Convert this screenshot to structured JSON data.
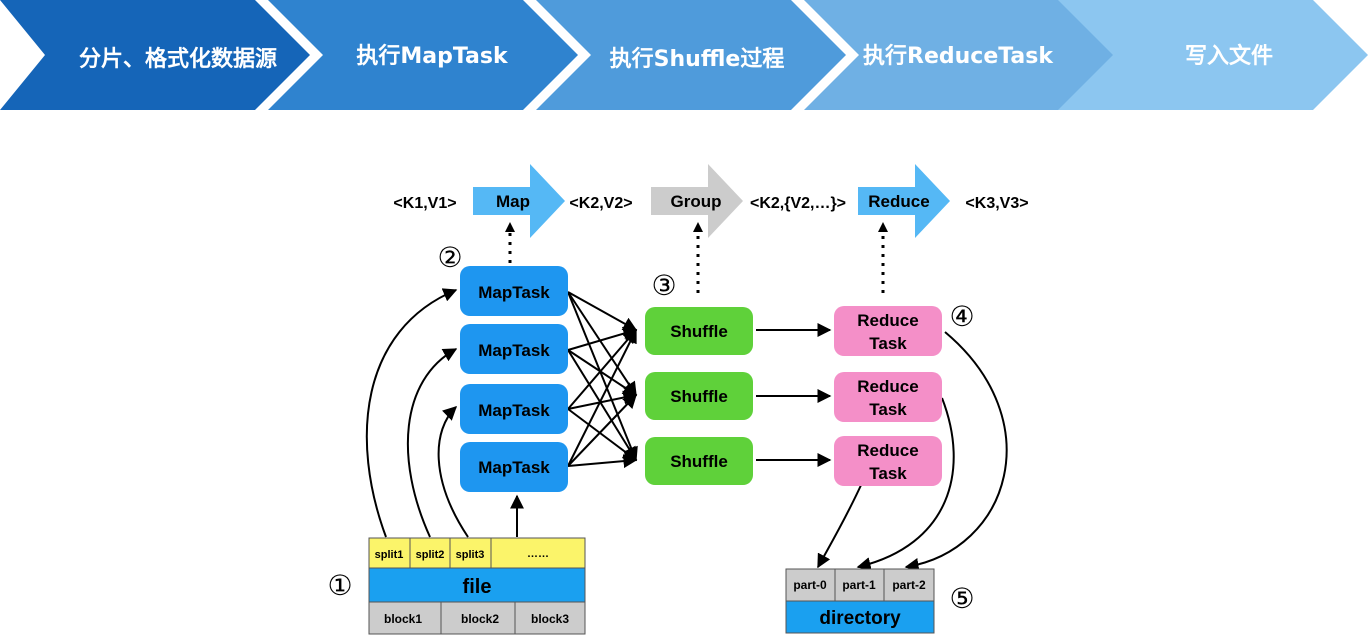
{
  "steps": [
    {
      "label": "分片、格式化数据源",
      "color": "#1565b8"
    },
    {
      "label": "执行MapTask",
      "color": "#2f83cf"
    },
    {
      "label": "执行Shuffle过程",
      "color": "#4f9bdb"
    },
    {
      "label": "执行ReduceTask",
      "color": "#6fb0e4"
    },
    {
      "label": "写入文件",
      "color": "#8cc6f0"
    }
  ],
  "stage_labels": {
    "map": "Map",
    "group": "Group",
    "reduce": "Reduce"
  },
  "kv": {
    "k1v1": "<K1,V1>",
    "k2v2": "<K2,V2>",
    "k2list": "<K2,{V2,…}>",
    "k3v3": "<K3,V3>"
  },
  "circled": {
    "n1": "①",
    "n2": "②",
    "n3": "③",
    "n4": "④",
    "n5": "⑤"
  },
  "maptasks": [
    "MapTask",
    "MapTask",
    "MapTask",
    "MapTask"
  ],
  "shuffles": [
    "Shuffle",
    "Shuffle",
    "Shuffle"
  ],
  "reducetasks": [
    {
      "line1": "Reduce",
      "line2": "Task"
    },
    {
      "line1": "Reduce",
      "line2": "Task"
    },
    {
      "line1": "Reduce",
      "line2": "Task"
    }
  ],
  "file": {
    "splits": [
      "split1",
      "split2",
      "split3",
      "……"
    ],
    "label": "file",
    "blocks": [
      "block1",
      "block2",
      "block3"
    ]
  },
  "directory": {
    "parts": [
      "part-0",
      "part-1",
      "part-2"
    ],
    "label": "directory"
  },
  "colors": {
    "blue_box": "#1e96f0",
    "green_box": "#5fd13a",
    "pink_box": "#f48fc8",
    "gray_box": "#cccccc",
    "yellow": "#fbf46a",
    "file_blue": "#1aa0f0",
    "arrow_blue": "#55b8f5",
    "arrow_gray": "#cccccc"
  }
}
